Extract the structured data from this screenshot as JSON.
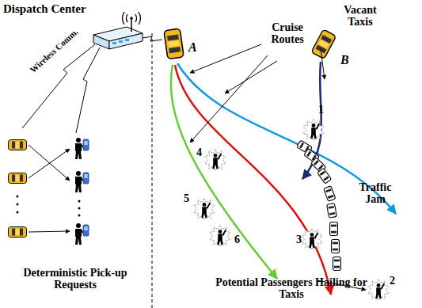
{
  "diagram": {
    "labels": [
      "Dispatch Center",
      "Wireless Comm.",
      "A",
      "Vacant Taxis",
      "B",
      "Cruise Routes",
      "1",
      "4",
      "Traffic Jam",
      "5",
      "3",
      "6",
      "Deterministic Pick-up Requests",
      "Potential Passengers Hailing for Taxis",
      "2"
    ]
  }
}
